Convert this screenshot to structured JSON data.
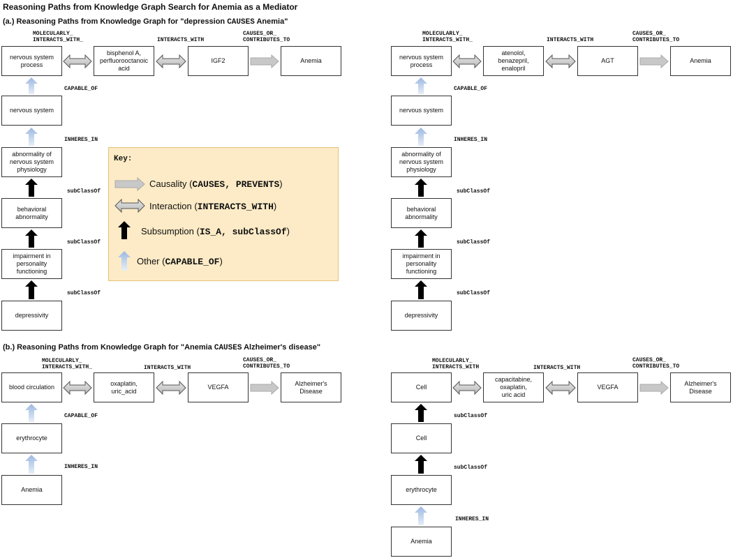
{
  "title": "Reasoning Paths from Knowledge Graph Search for Anemia as a Mediator",
  "section_a": {
    "prefix": "(a.) Reasoning Paths from Knowledge Graph for \"depression ",
    "mono": "CAUSES",
    "suffix": " Anemia\""
  },
  "section_b": {
    "prefix": "(b.) Reasoning Paths from Knowledge Graph for \"Anemia ",
    "mono": "CAUSES",
    "suffix": " Alzheimer's disease\""
  },
  "nodes": {
    "a1_nsp": "nervous system\nprocess",
    "a1_bpa": "bisphenol A,\nperfluorooctanoic\nacid",
    "a1_igf2": "IGF2",
    "a1_anemia": "Anemia",
    "a1_ns": "nervous system",
    "a1_abn": "abnormality of\nnervous system\nphysiology",
    "a1_beh": "behavioral\nabnormality",
    "a1_imp": "impairment in\npersonality\nfunctioning",
    "a1_dep": "depressivity",
    "a2_nsp": "nervous system\nprocess",
    "a2_drug": "atenolol,\nbenazepril,\nenalopril",
    "a2_agt": "AGT",
    "a2_anemia": "Anemia",
    "a2_ns": "nervous system",
    "a2_abn": "abnormality of\nnervous system\nphysiology",
    "a2_beh": "behavioral\nabnormality",
    "a2_imp": "impairment in\npersonality\nfunctioning",
    "a2_dep": "depressivity",
    "b1_bc": "blood circulation",
    "b1_drug": "oxaplatin,\nuric_acid",
    "b1_vegfa": "VEGFA",
    "b1_ad": "Alzheimer's Disease",
    "b1_ery": "erythrocyte",
    "b1_anemia": "Anemia",
    "b2_cell": "Cell",
    "b2_drug": "capacitabine,\noxaplatin,\nuric acid",
    "b2_vegfa": "VEGFA",
    "b2_ad": "Alzheimer's Disease",
    "b2_cell2": "Cell",
    "b2_ery": "erythrocyte",
    "b2_anemia": "Anemia"
  },
  "edge_labels": {
    "a1_mol": "MOLECULARLY_\nINTERACTS_WITH_",
    "a1_int": "INTERACTS_WITH",
    "a1_cause": "CAUSES_OR_\nCONTRIBUTES_TO",
    "a1_cap": "CAPABLE_OF",
    "a1_inh": "INHERES_IN",
    "a1_sub1": "subClassOf",
    "a1_sub2": "subClassOf",
    "a1_sub3": "subClassOf",
    "a2_mol": "MOLECULARLY_\nINTERACTS_WITH_",
    "a2_int": "INTERACTS_WITH",
    "a2_cause": "CAUSES_OR_\nCONTRIBUTES_TO",
    "a2_cap": "CAPABLE_OF",
    "a2_inh": "INHERES_IN",
    "a2_sub1": "subClassOf",
    "a2_sub2": "subClassOf",
    "a2_sub3": "subClassOf",
    "b1_mol": "MOLECULARLY_\nINTERACTS_WITH_",
    "b1_int": "INTERACTS_WITH",
    "b1_cause": "CAUSES_OR_\nCONTRIBUTES_TO",
    "b1_cap": "CAPABLE_OF",
    "b1_inh": "INHERES_IN",
    "b2_mol": "MOLECULARLY_\nINTERACTS_WITH",
    "b2_int": "INTERACTS_WITH",
    "b2_cause": "CAUSES_OR_\nCONTRIBUTES_TO",
    "b2_sub1": "subClassOf",
    "b2_sub2": "subClassOf",
    "b2_inh": "INHERES_IN"
  },
  "key": {
    "title": "Key:",
    "causality": {
      "text": "Causality (",
      "mono": "CAUSES, PREVENTS",
      "close": ")"
    },
    "interaction": {
      "text": "Interaction (",
      "mono": "INTERACTS_WITH",
      "close": ")"
    },
    "subsumption": {
      "text": "Subsumption (",
      "mono": "IS_A, subClassOf",
      "close": ")"
    },
    "other": {
      "text": "Other (",
      "mono": "CAPABLE_OF",
      "close": ")"
    }
  },
  "colors": {
    "causal_fill": "#c8c8c8",
    "interact_fill": "#d4d4d4",
    "subsume_fill": "#000000",
    "other_fill_top": "#9cb8e0",
    "other_fill_bottom": "#e7eef8",
    "key_bg": "#fcebc6"
  }
}
